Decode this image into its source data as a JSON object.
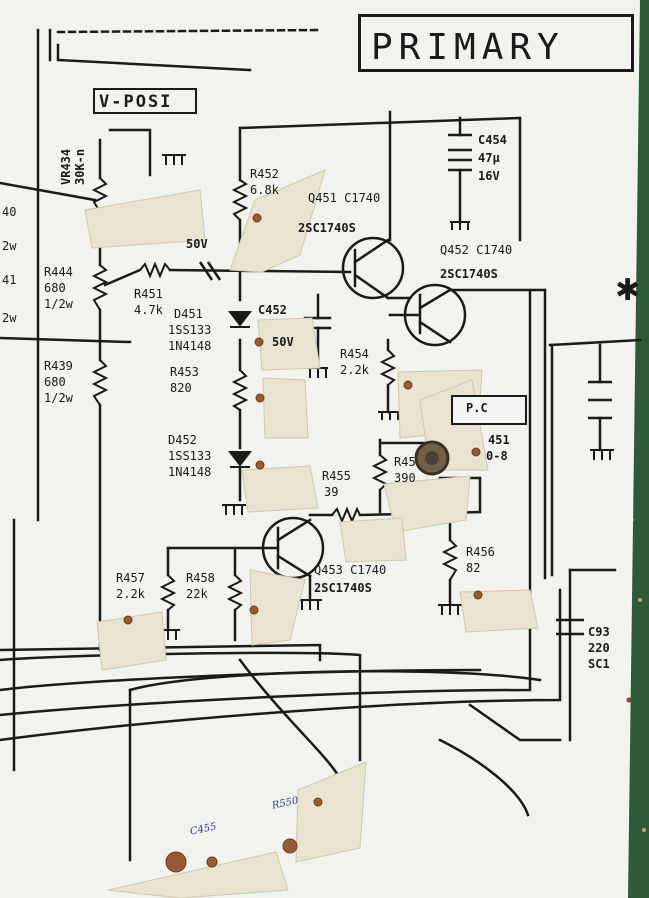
{
  "title": "PRIMARY",
  "vposi": "V-POSI",
  "handwritten": {
    "c455": "C455",
    "r550": "R550"
  },
  "labels": {
    "vr434": "VR434",
    "vr434_val": "30K-n",
    "edge_40": "40",
    "edge_2w_a": "2w",
    "edge_41": "41",
    "edge_2w_b": "2w",
    "r444": "R444",
    "r444_v1": "680",
    "r444_v2": "1/2w",
    "r439": "R439",
    "r439_v1": "680",
    "r439_v2": "1/2w",
    "r451": "R451",
    "r451_v": "4.7k",
    "r452": "R452",
    "r452_v": "6.8k",
    "q451": "Q451 C1740",
    "q451_p": "2SC1740S",
    "c454": "C454",
    "c454_v1": "47μ",
    "c454_v2": "16V",
    "q452": "Q452 C1740",
    "q452_p": "2SC1740S",
    "c452": "C452",
    "c452_v": "50V",
    "cap_top_v": "50V",
    "d451": "D451",
    "d451_p1": "1SS133",
    "d451_p2": "1N4148",
    "r453": "R453",
    "r453_v": "820",
    "r454": "R454",
    "r454_v": "2.2k",
    "d452": "D452",
    "d452_p1": "1SS133",
    "d452_p2": "1N4148",
    "r455": "R455",
    "r455_v": "39",
    "r45x": "R45",
    "r45x_v": "390",
    "c451": "451",
    "c451_v": "0-8",
    "pc": "P.C",
    "q453": "Q453 C1740",
    "q453_p": "2SC1740S",
    "r456": "R456",
    "r456_v": "82",
    "r457": "R457",
    "r457_v": "2.2k",
    "r458": "R458",
    "r458_v": "22k",
    "c93": "C93",
    "c93_v1": "220",
    "c93_v2": "SC1"
  },
  "colors": {
    "paper": "#f2f2ee",
    "ink": "#1a1a1a",
    "tape": "#e9e4cf",
    "pcb": "#2f5a3a",
    "background": "#3b4a3a",
    "capacitor": "#9a5a34",
    "handwriting": "#2b3a9a"
  }
}
